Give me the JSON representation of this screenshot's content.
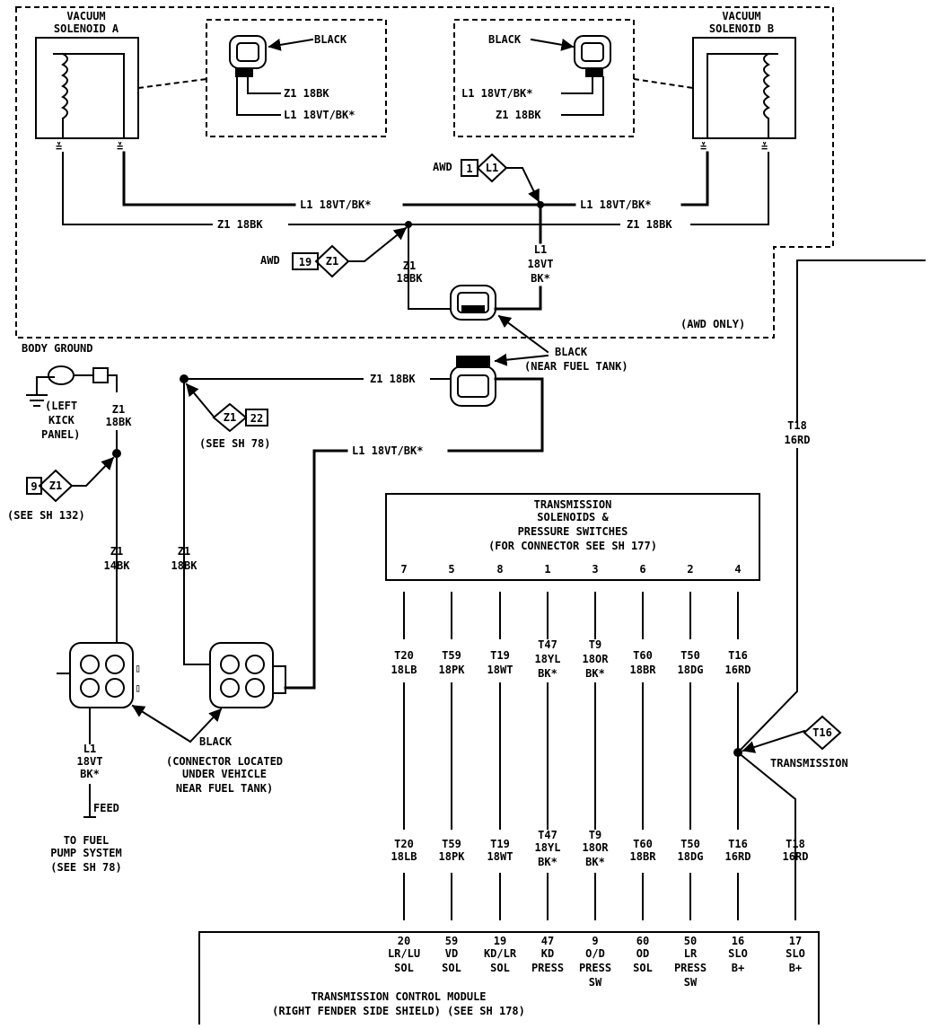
{
  "vacuum_solenoid_a": {
    "line1": "VACUUM",
    "line2": "SOLENOID A"
  },
  "vacuum_solenoid_b": {
    "line1": "VACUUM",
    "line2": "SOLENOID B"
  },
  "black": "BLACK",
  "z1_18bk": "Z1 18BK",
  "l1_18vtbk": "L1 18VT/BK*",
  "awd": "AWD",
  "awd_only": "(AWD ONLY)",
  "z1": "Z1",
  "l1": "L1",
  "num_1": "1",
  "num_19": "19",
  "num_22": "22",
  "num_9": "9",
  "z1_wire": {
    "l1": "Z1",
    "l2": "18BK"
  },
  "l1_wire": {
    "l1": "L1",
    "l2": "18VT",
    "l3": "BK*"
  },
  "near_fuel_tank": "(NEAR FUEL TANK)",
  "body_ground": "BODY GROUND",
  "left_kick_panel": {
    "l1": "(LEFT",
    "l2": "KICK",
    "l3": "PANEL)"
  },
  "see_sh_78": "(SEE SH 78)",
  "see_sh_132": "(SEE SH 132)",
  "z1_14bk": {
    "l1": "Z1",
    "l2": "14BK"
  },
  "connector_note": {
    "l1": "(CONNECTOR LOCATED",
    "l2": "UNDER VEHICLE",
    "l3": "NEAR FUEL TANK)"
  },
  "feed": "FEED",
  "to_fuel": {
    "l1": "TO FUEL",
    "l2": "PUMP SYSTEM",
    "l3": "(SEE SH 78)"
  },
  "trans_sol": {
    "l1": "TRANSMISSION",
    "l2": "SOLENOIDS &",
    "l3": "PRESSURE SWITCHES",
    "l4": "(FOR CONNECTOR SEE SH 177)"
  },
  "pins": [
    "7",
    "5",
    "8",
    "1",
    "3",
    "6",
    "2",
    "4"
  ],
  "wires": [
    {
      "c": "T20",
      "col": "18LB"
    },
    {
      "c": "T59",
      "col": "18PK"
    },
    {
      "c": "T19",
      "col": "18WT"
    },
    {
      "c": "T47",
      "col": "18YL",
      "col2": "BK*"
    },
    {
      "c": "T9",
      "col": "18OR",
      "col2": "BK*"
    },
    {
      "c": "T60",
      "col": "18BR"
    },
    {
      "c": "T50",
      "col": "18DG"
    },
    {
      "c": "T16",
      "col": "16RD"
    },
    {
      "c": "T18",
      "col": "16RD"
    }
  ],
  "t16": "T16",
  "transmission": "TRANSMISSION",
  "t18_top": {
    "c": "T18",
    "col": "16RD"
  },
  "tcm_pins": [
    {
      "n": "20",
      "a": "LR/LU",
      "b": "SOL"
    },
    {
      "n": "59",
      "a": "VD",
      "b": "SOL"
    },
    {
      "n": "19",
      "a": "KD/LR",
      "b": "SOL"
    },
    {
      "n": "47",
      "a": "KD",
      "b": "PRESS"
    },
    {
      "n": "9",
      "a": "O/D",
      "b": "PRESS",
      "c": "SW"
    },
    {
      "n": "60",
      "a": "OD",
      "b": "SOL"
    },
    {
      "n": "50",
      "a": "LR",
      "b": "PRESS",
      "c": "SW"
    },
    {
      "n": "16",
      "a": "SLO",
      "b": "B+"
    },
    {
      "n": "17",
      "a": "SLO",
      "b": "B+"
    }
  ],
  "tcm": {
    "l1": "TRANSMISSION CONTROL MODULE",
    "l2": "(RIGHT FENDER SIDE SHIELD) (SEE SH 178)"
  }
}
